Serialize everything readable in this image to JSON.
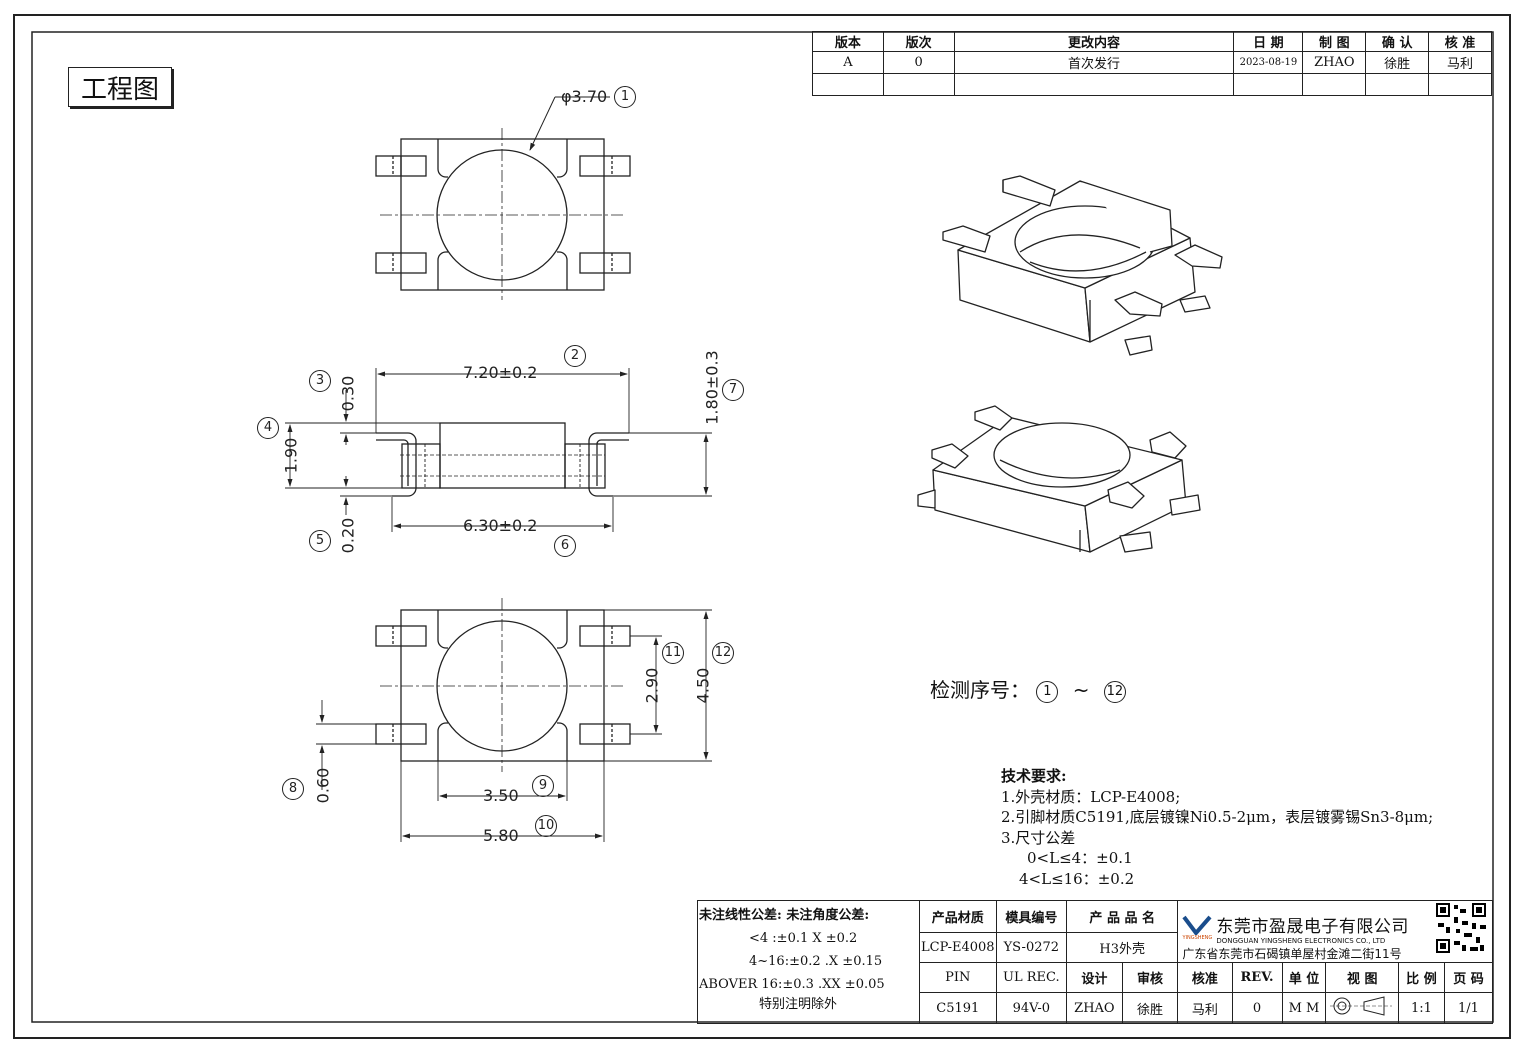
{
  "drawing_title": "工程图",
  "revision_table": {
    "headers": [
      "版本",
      "版次",
      "更改内容",
      "日 期",
      "制 图",
      "确 认",
      "核 准"
    ],
    "row": [
      "A",
      "0",
      "首次发行",
      "2023-08-19",
      "ZHAO",
      "徐胜",
      "马利"
    ]
  },
  "dimensions": {
    "d1": "φ3.70",
    "n1": "1",
    "d2": "7.20±0.2",
    "n2": "2",
    "d3": "0.30",
    "n3": "3",
    "d4": "1.90",
    "n4": "4",
    "d5": "0.20",
    "n5": "5",
    "d6": "6.30±0.2",
    "n6": "6",
    "d7": "1.80±0.3",
    "n7": "7",
    "d8": "0.60",
    "n8": "8",
    "d9": "3.50",
    "n9": "9",
    "d10": "5.80",
    "n10": "10",
    "d11": "2.90",
    "n11": "11",
    "d12": "4.50",
    "n12": "12"
  },
  "inspection": {
    "label": "检测序号：",
    "from": "1",
    "sep": "~",
    "to": "12"
  },
  "tech_requirements": {
    "title": "技术要求:",
    "line1": "1.外壳材质：LCP-E4008;",
    "line2": "2.引脚材质C5191,底层镀镍Ni0.5-2μm，表层镀雾锡Sn3-8μm;",
    "line3": "3.尺寸公差",
    "line4": "0<L≤4：±0.1",
    "line5": "4<L≤16：±0.2"
  },
  "tolerance": {
    "header": "未注线性公差:  未注角度公差:",
    "r1": "<4 :±0.1  X ±0.2",
    "r2": "4~16:±0.2  .X ±0.15",
    "r3": "ABOVER 16:±0.3  .XX ±0.05",
    "r4": "特别注明除外"
  },
  "title_block": {
    "h_material": "产品材质",
    "h_mold": "模具编号",
    "h_name": "产 品 品 名",
    "material": "LCP-E4008",
    "mold": "YS-0272",
    "name": "H3外壳",
    "h_pin": "PIN",
    "h_ul": "UL REC.",
    "h_design": "设计",
    "h_review": "审核",
    "h_approve": "核准",
    "h_rev": "REV.",
    "h_unit": "单 位",
    "h_view": "视 图",
    "h_scale": "比 例",
    "h_page": "页 码",
    "pin": "C5191",
    "ul": "94V-0",
    "design": "ZHAO",
    "review": "徐胜",
    "approve": "马利",
    "rev": "0",
    "unit": "M M",
    "scale": "1:1",
    "page": "1/1"
  },
  "company": {
    "name": "东莞市盈晟电子有限公司",
    "english": "DONGGUAN YINGSHENG ELECTRONICS CO., LTD",
    "logo_text": "YINGSHENG",
    "address": "广东省东莞市石碣镇单屋村金滩二街11号"
  }
}
